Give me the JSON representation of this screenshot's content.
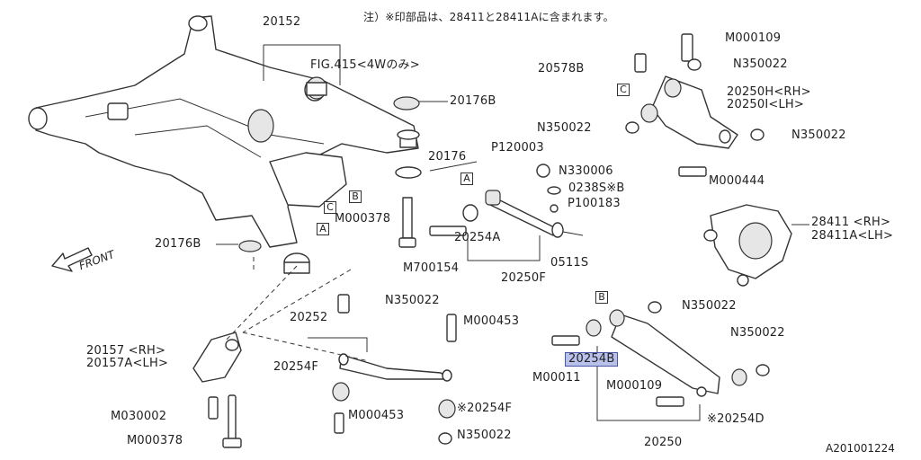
{
  "note": "注）※印部品は、28411と28411Aに含まれます。",
  "diagram_code": "A201001224",
  "front_label": "FRONT",
  "callouts": {
    "c_20152": "20152",
    "c_fig415": "FIG.415<4Wのみ>",
    "c_20176b_top": "20176B",
    "c_20176": "20176",
    "c_p120003": "P120003",
    "c_n330006": "N330006",
    "c_0238s": "0238S※B",
    "c_p100183": "P100183",
    "c_m000378_mid": "M000378",
    "c_20254a": "20254A",
    "c_m700154": "M700154",
    "c_20250f": "20250F",
    "c_0511s": "0511S",
    "c_20176b_left": "20176B",
    "c_m000109_top": "M000109",
    "c_20578b": "20578B",
    "c_n350022_tr": "N350022",
    "c_20250h": "20250H<RH>",
    "c_20250i": "20250I<LH>",
    "c_n350022_mr": "N350022",
    "c_n350022_r": "N350022",
    "c_m000444": "M000444",
    "c_28411": "28411 <RH>",
    "c_28411a": "28411A<LH>",
    "c_n350022_c": "N350022",
    "c_20252": "20252",
    "c_m000453_c": "M000453",
    "c_20157": "20157 <RH>",
    "c_20157a": "20157A<LH>",
    "c_20254f": "20254F",
    "c_m000453_b": "M000453",
    "c_20254f_b": "※20254F",
    "c_m030002": "M030002",
    "c_m000378_b": "M000378",
    "c_n350022_b": "N350022",
    "c_n350022_br": "N350022",
    "c_20254b": "20254B",
    "c_n350022_rr": "N350022",
    "c_m00011": "M00011",
    "c_m000109_b": "M000109",
    "c_20254d": "※20254D",
    "c_20250": "20250"
  },
  "boxes": {
    "b_c_left": "C",
    "b_b_left": "B",
    "b_a_left": "A",
    "b_a_mid": "A",
    "b_c_right": "C",
    "b_b_right": "B"
  },
  "colors": {
    "highlight": "#b9c0ea",
    "line": "#333333"
  }
}
